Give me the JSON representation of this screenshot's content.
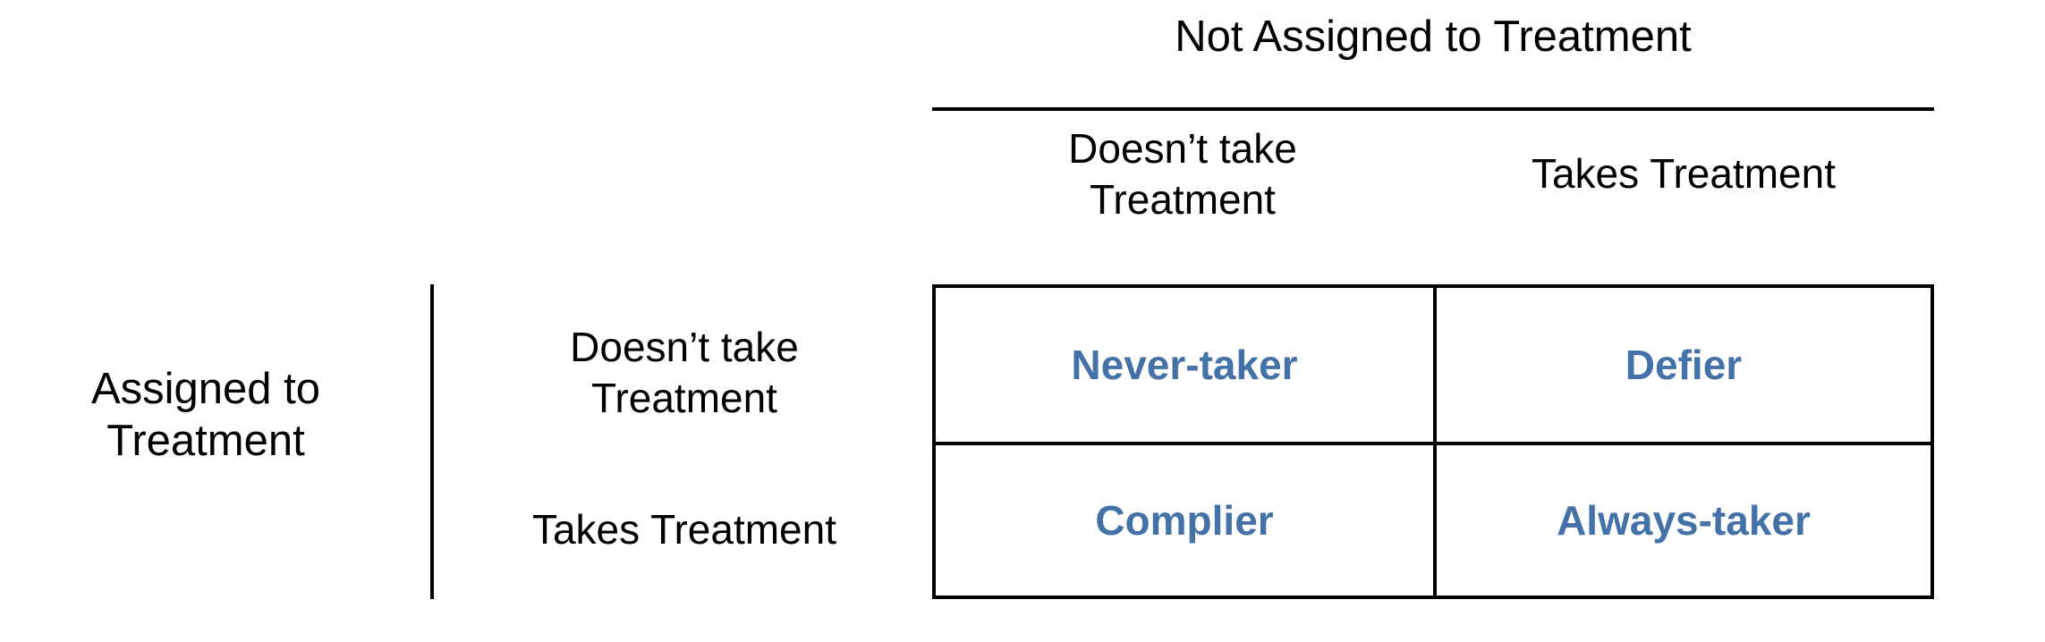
{
  "figure": {
    "type": "2x2-classification-matrix",
    "accent_color": "#4472A8",
    "line_color": "#000000",
    "background": "#ffffff"
  },
  "column_group": {
    "title": "Not Assigned to Treatment",
    "headers": [
      {
        "line1": "Doesn’t take",
        "line2": "Treatment",
        "full": "Doesn’t take Treatment"
      },
      {
        "line1": "Takes Treatment",
        "line2": "",
        "full": "Takes Treatment"
      }
    ]
  },
  "row_group": {
    "title_line1": "Assigned to",
    "title_line2": "Treatment",
    "title_full": "Assigned to Treatment",
    "headers": [
      {
        "line1": "Doesn’t take",
        "line2": "Treatment",
        "full": "Doesn’t take Treatment"
      },
      {
        "line1": "Takes Treatment",
        "line2": "",
        "full": "Takes Treatment"
      }
    ]
  },
  "chart_data": {
    "type": "table",
    "title": "Not Assigned to Treatment",
    "row_axis_label": "Assigned to Treatment",
    "column_axis_label": "Not Assigned to Treatment",
    "columns": [
      "Doesn’t take Treatment",
      "Takes Treatment"
    ],
    "rows": [
      "Doesn’t take Treatment",
      "Takes Treatment"
    ],
    "cells": [
      [
        "Never-taker",
        "Defier"
      ],
      [
        "Complier",
        "Always-taker"
      ]
    ]
  },
  "cells": {
    "r0c0": "Never-taker",
    "r0c1": "Defier",
    "r1c0": "Complier",
    "r1c1": "Always-taker"
  }
}
